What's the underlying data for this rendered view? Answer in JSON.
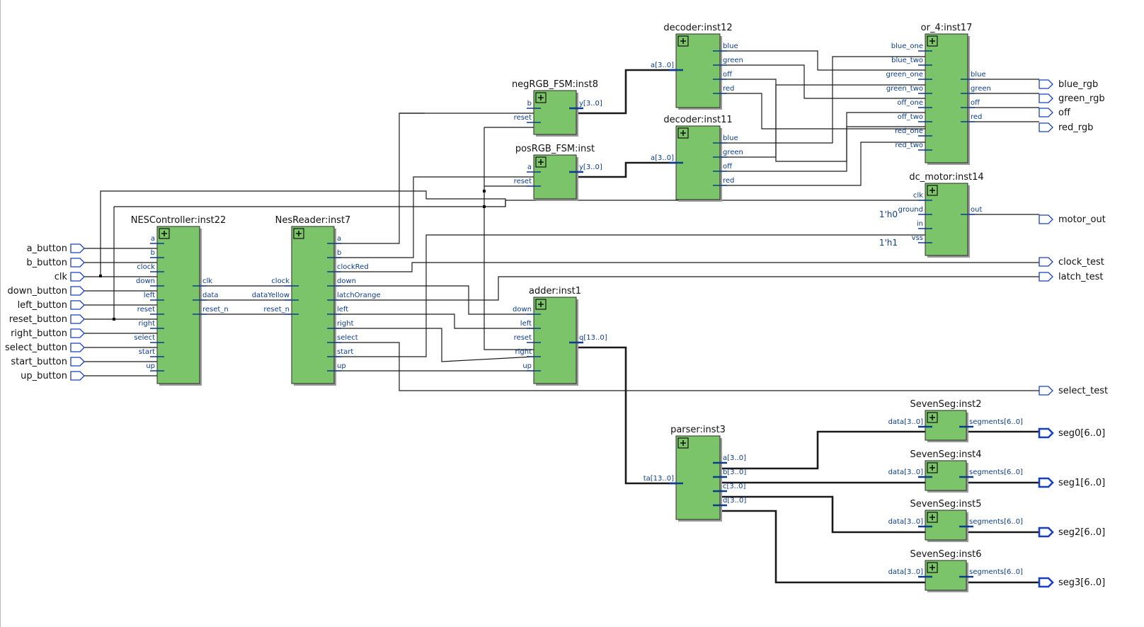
{
  "inputs": [
    {
      "name": "a_button"
    },
    {
      "name": "b_button"
    },
    {
      "name": "clk"
    },
    {
      "name": "down_button"
    },
    {
      "name": "left_button"
    },
    {
      "name": "reset_button"
    },
    {
      "name": "right_button"
    },
    {
      "name": "select_button"
    },
    {
      "name": "start_button"
    },
    {
      "name": "up_button"
    }
  ],
  "outputs": [
    {
      "name": "blue_rgb"
    },
    {
      "name": "green_rgb"
    },
    {
      "name": "off"
    },
    {
      "name": "red_rgb"
    },
    {
      "name": "motor_out"
    },
    {
      "name": "clock_test"
    },
    {
      "name": "latch_test"
    },
    {
      "name": "select_test"
    },
    {
      "name": "seg0[6..0]"
    },
    {
      "name": "seg1[6..0]"
    },
    {
      "name": "seg2[6..0]"
    },
    {
      "name": "seg3[6..0]"
    }
  ],
  "blocks": {
    "nescontroller": {
      "title": "NESController:inst22",
      "in": [
        "a",
        "b",
        "clock",
        "down",
        "left",
        "reset",
        "right",
        "select",
        "start",
        "up"
      ],
      "out": [
        "clk",
        "data",
        "reset_n"
      ]
    },
    "nesreader": {
      "title": "NesReader:inst7",
      "in": [
        "clock",
        "dataYellow",
        "reset_n"
      ],
      "out": [
        "a",
        "b",
        "clockRed",
        "down",
        "latchOrange",
        "left",
        "right",
        "select",
        "start",
        "up"
      ]
    },
    "negrgb": {
      "title": "negRGB_FSM:inst8",
      "in": [
        "b",
        "reset"
      ],
      "out": [
        "y[3..0]"
      ]
    },
    "posrgb": {
      "title": "posRGB_FSM:inst",
      "in": [
        "a",
        "reset"
      ],
      "out": [
        "y[3..0]"
      ]
    },
    "decoder12": {
      "title": "decoder:inst12",
      "in": [
        "a[3..0]"
      ],
      "out": [
        "blue",
        "green",
        "off",
        "red"
      ]
    },
    "decoder11": {
      "title": "decoder:inst11",
      "in": [
        "a[3..0]"
      ],
      "out": [
        "blue",
        "green",
        "off",
        "red"
      ]
    },
    "or4": {
      "title": "or_4:inst17",
      "in": [
        "blue_one",
        "blue_two",
        "green_one",
        "green_two",
        "off_one",
        "off_two",
        "red_one",
        "red_two"
      ],
      "out": [
        "blue",
        "green",
        "off",
        "red"
      ]
    },
    "dcmotor": {
      "title": "dc_motor:inst14",
      "in": [
        "clk",
        "ground",
        "in",
        "vss"
      ],
      "out": [
        "out"
      ]
    },
    "adder": {
      "title": "adder:inst1",
      "in": [
        "down",
        "left",
        "reset",
        "right",
        "up"
      ],
      "out": [
        "q[13..0]"
      ]
    },
    "parser": {
      "title": "parser:inst3",
      "in": [
        "ta[13..0]"
      ],
      "out": [
        "a[3..0]",
        "b[3..0]",
        "c[3..0]",
        "d[3..0]"
      ]
    },
    "sevenseg2": {
      "title": "SevenSeg:inst2",
      "in": [
        "data[3..0]"
      ],
      "out": [
        "segments[6..0]"
      ]
    },
    "sevenseg4": {
      "title": "SevenSeg:inst4",
      "in": [
        "data[3..0]"
      ],
      "out": [
        "segments[6..0]"
      ]
    },
    "sevenseg5": {
      "title": "SevenSeg:inst5",
      "in": [
        "data[3..0]"
      ],
      "out": [
        "segments[6..0]"
      ]
    },
    "sevenseg6": {
      "title": "SevenSeg:inst6",
      "in": [
        "data[3..0]"
      ],
      "out": [
        "segments[6..0]"
      ]
    }
  },
  "constants": {
    "ground": "1'h0",
    "vss": "1'h1"
  },
  "colors": {
    "block_fill": "#7cc46a",
    "pin_label": "#0b3d8c",
    "port_outline": "#1740c0",
    "wire": "#1a1a1a"
  }
}
